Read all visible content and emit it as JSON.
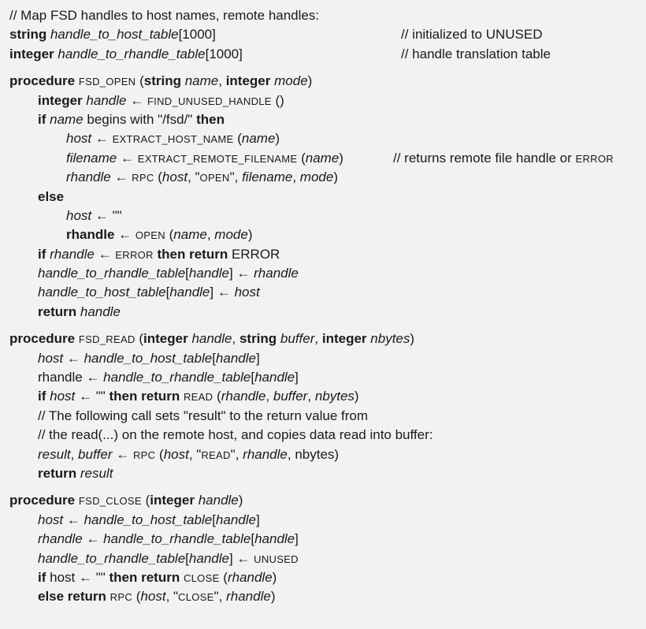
{
  "lines": [
    [
      [
        "c",
        "// Map FSD handles to host names, remote handles:"
      ]
    ],
    [
      [
        "k",
        "string"
      ],
      [
        "n",
        " "
      ],
      [
        "i",
        "handle_to_host_table"
      ],
      [
        "n",
        "[1000]"
      ]
    ],
    [
      [
        "k",
        "integer"
      ],
      [
        "n",
        " "
      ],
      [
        "i",
        "handle_to_rhandle_table"
      ],
      [
        "n",
        "[1000]"
      ]
    ],
    [
      [
        "k",
        "procedure"
      ],
      [
        "n",
        " "
      ],
      [
        "sc",
        "FSD_OPEN"
      ],
      [
        "n",
        " ("
      ],
      [
        "k",
        "string"
      ],
      [
        "n",
        " "
      ],
      [
        "i",
        "name"
      ],
      [
        "n",
        ", "
      ],
      [
        "k",
        "integer"
      ],
      [
        "n",
        " "
      ],
      [
        "i",
        "mode"
      ],
      [
        "n",
        ")"
      ]
    ],
    [
      [
        "k",
        "integer"
      ],
      [
        "n",
        " "
      ],
      [
        "i",
        "handle"
      ],
      [
        "n",
        " ← "
      ],
      [
        "sc",
        "FIND_UNUSED_HANDLE"
      ],
      [
        "n",
        " ()"
      ]
    ],
    [
      [
        "k",
        "if"
      ],
      [
        "n",
        " "
      ],
      [
        "i",
        "name"
      ],
      [
        "n",
        " begins with \"/fsd/\" "
      ],
      [
        "k",
        "then"
      ]
    ],
    [
      [
        "i",
        "host"
      ],
      [
        "n",
        " ← "
      ],
      [
        "sc",
        "EXTRACT_HOST_NAME"
      ],
      [
        "n",
        " ("
      ],
      [
        "i",
        "name"
      ],
      [
        "n",
        ")"
      ]
    ],
    [
      [
        "i",
        "filename"
      ],
      [
        "n",
        " ← "
      ],
      [
        "sc",
        "EXTRACT_REMOTE_FILENAME"
      ],
      [
        "n",
        " ("
      ],
      [
        "i",
        "name"
      ],
      [
        "n",
        ")"
      ]
    ],
    [
      [
        "i",
        "rhandle"
      ],
      [
        "n",
        " ← "
      ],
      [
        "sc",
        "RPC"
      ],
      [
        "n",
        " ("
      ],
      [
        "i",
        "host"
      ],
      [
        "n",
        ", \""
      ],
      [
        "sc",
        "OPEN"
      ],
      [
        "n",
        "\", "
      ],
      [
        "i",
        "filename"
      ],
      [
        "n",
        ", "
      ],
      [
        "i",
        "mode"
      ],
      [
        "n",
        ")"
      ]
    ],
    [
      [
        "k",
        "else"
      ]
    ],
    [
      [
        "i",
        "host"
      ],
      [
        "n",
        " ← \"\""
      ]
    ],
    [
      [
        "k",
        "rhandle"
      ],
      [
        "n",
        " ← "
      ],
      [
        "sc",
        "OPEN"
      ],
      [
        "n",
        " ("
      ],
      [
        "i",
        "name"
      ],
      [
        "n",
        ", "
      ],
      [
        "i",
        "mode"
      ],
      [
        "n",
        ")"
      ]
    ],
    [
      [
        "k",
        "if"
      ],
      [
        "n",
        " "
      ],
      [
        "i",
        "rhandle"
      ],
      [
        "n",
        " ← "
      ],
      [
        "sc",
        "ERROR"
      ],
      [
        "n",
        " "
      ],
      [
        "k",
        "then return"
      ],
      [
        "n",
        " ERROR"
      ]
    ],
    [
      [
        "i",
        "handle_to_rhandle_table"
      ],
      [
        "n",
        "["
      ],
      [
        "i",
        "handle"
      ],
      [
        "n",
        "] ← "
      ],
      [
        "i",
        "rhandle"
      ]
    ],
    [
      [
        "i",
        "handle_to_host_table"
      ],
      [
        "n",
        "["
      ],
      [
        "i",
        "handle"
      ],
      [
        "n",
        "] ← "
      ],
      [
        "i",
        "host"
      ]
    ],
    [
      [
        "k",
        "return"
      ],
      [
        "n",
        " "
      ],
      [
        "i",
        "handle"
      ]
    ],
    [
      [
        "k",
        "procedure"
      ],
      [
        "n",
        " "
      ],
      [
        "sc",
        "FSD_READ"
      ],
      [
        "n",
        " ("
      ],
      [
        "k",
        "integer"
      ],
      [
        "n",
        " "
      ],
      [
        "i",
        "handle"
      ],
      [
        "n",
        ", "
      ],
      [
        "k",
        "string"
      ],
      [
        "n",
        " "
      ],
      [
        "i",
        "buffer"
      ],
      [
        "n",
        ", "
      ],
      [
        "k",
        "integer"
      ],
      [
        "n",
        " "
      ],
      [
        "i",
        "nbytes"
      ],
      [
        "n",
        ")"
      ]
    ],
    [
      [
        "i",
        "host"
      ],
      [
        "n",
        " ← "
      ],
      [
        "i",
        "handle_to_host_table"
      ],
      [
        "n",
        "["
      ],
      [
        "i",
        "handle"
      ],
      [
        "n",
        "]"
      ]
    ],
    [
      [
        "n",
        "rhandle ← "
      ],
      [
        "i",
        "handle_to_rhandle_table"
      ],
      [
        "n",
        "["
      ],
      [
        "i",
        "handle"
      ],
      [
        "n",
        "]"
      ]
    ],
    [
      [
        "k",
        "if"
      ],
      [
        "n",
        " "
      ],
      [
        "i",
        "host"
      ],
      [
        "n",
        " ← \"\" "
      ],
      [
        "k",
        "then return"
      ],
      [
        "n",
        " "
      ],
      [
        "sc",
        "READ"
      ],
      [
        "n",
        " ("
      ],
      [
        "i",
        "rhandle"
      ],
      [
        "n",
        ", "
      ],
      [
        "i",
        "buffer"
      ],
      [
        "n",
        ", "
      ],
      [
        "i",
        "nbytes"
      ],
      [
        "n",
        ")"
      ]
    ],
    [
      [
        "n",
        "// The following call sets \"result\" to the return value from"
      ]
    ],
    [
      [
        "n",
        "// the read(...) on the remote host, and copies data read into buffer:"
      ]
    ],
    [
      [
        "i",
        "result"
      ],
      [
        "n",
        ", "
      ],
      [
        "i",
        "buffer"
      ],
      [
        "n",
        " ← "
      ],
      [
        "sc",
        "RPC"
      ],
      [
        "n",
        " ("
      ],
      [
        "i",
        "host"
      ],
      [
        "n",
        ", \""
      ],
      [
        "sc",
        "READ"
      ],
      [
        "n",
        "\", "
      ],
      [
        "i",
        "rhandle"
      ],
      [
        "n",
        ", nbytes)"
      ]
    ],
    [
      [
        "k",
        "return"
      ],
      [
        "n",
        " "
      ],
      [
        "i",
        "result"
      ]
    ],
    [
      [
        "k",
        "procedure"
      ],
      [
        "n",
        " "
      ],
      [
        "sc",
        "FSD_CLOSE"
      ],
      [
        "n",
        " ("
      ],
      [
        "k",
        "integer"
      ],
      [
        "n",
        " "
      ],
      [
        "i",
        "handle"
      ],
      [
        "n",
        ")"
      ]
    ],
    [
      [
        "i",
        "host"
      ],
      [
        "n",
        " ← "
      ],
      [
        "i",
        "handle_to_host_table"
      ],
      [
        "n",
        "["
      ],
      [
        "i",
        "handle"
      ],
      [
        "n",
        "]"
      ]
    ],
    [
      [
        "i",
        "rhandle"
      ],
      [
        "n",
        " ← "
      ],
      [
        "i",
        "handle_to_rhandle_table"
      ],
      [
        "n",
        "["
      ],
      [
        "i",
        "handle"
      ],
      [
        "n",
        "]"
      ]
    ],
    [
      [
        "i",
        "handle_to_rhandle_table"
      ],
      [
        "n",
        "["
      ],
      [
        "i",
        "handle"
      ],
      [
        "n",
        "] ← "
      ],
      [
        "sc",
        "UNUSED"
      ]
    ],
    [
      [
        "k",
        "if"
      ],
      [
        "n",
        " host ← \"\" "
      ],
      [
        "k",
        "then return"
      ],
      [
        "n",
        " "
      ],
      [
        "sc",
        "CLOSE"
      ],
      [
        "n",
        " ("
      ],
      [
        "i",
        "rhandle"
      ],
      [
        "n",
        ")"
      ]
    ],
    [
      [
        "k",
        "else return"
      ],
      [
        "n",
        " "
      ],
      [
        "sc",
        "RPC"
      ],
      [
        "n",
        " ("
      ],
      [
        "i",
        "host"
      ],
      [
        "n",
        ", \""
      ],
      [
        "sc",
        "CLOSE"
      ],
      [
        "n",
        "\", "
      ],
      [
        "i",
        "rhandle"
      ],
      [
        "n",
        ")"
      ]
    ]
  ],
  "comments": [
    {
      "line": 1,
      "text": "// initialized to UNUSED"
    },
    {
      "line": 2,
      "text": "// handle translation table"
    },
    {
      "line": 7,
      "text": "// returns remote file handle or ",
      "tail": "ERROR"
    }
  ]
}
